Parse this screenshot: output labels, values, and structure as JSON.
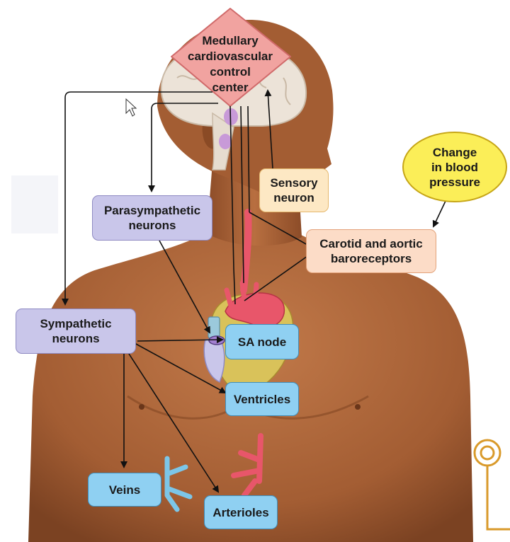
{
  "nodes": {
    "medullary": "Medullary\ncardiovascular\ncontrol\ncenter",
    "change": "Change\nin blood\npressure",
    "sensory": "Sensory\nneuron",
    "baroreceptors": "Carotid and aortic\nbaroreceptors",
    "parasympathetic": "Parasympathetic\nneurons",
    "sympathetic": "Sympathetic\nneurons",
    "sa_node": "SA node",
    "ventricles": "Ventricles",
    "veins": "Veins",
    "arterioles": "Arterioles"
  },
  "colors": {
    "skin": "#b26a3e",
    "skin_dark": "#7a3f1e",
    "medulla_fill": "#f1a3a0",
    "neuron_box": "#c9c6ea",
    "target_box": "#8fd0f2",
    "receptor_box": "#fcdcc7",
    "stimulus_bubble": "#fbee58",
    "artery": "#e8566a",
    "vein": "#7cc6e8",
    "arrow": "#111111",
    "q_logo": "#d99a2b"
  },
  "icons": {
    "cursor": "mouse-pointer-icon",
    "logo": "q-logo-icon"
  }
}
